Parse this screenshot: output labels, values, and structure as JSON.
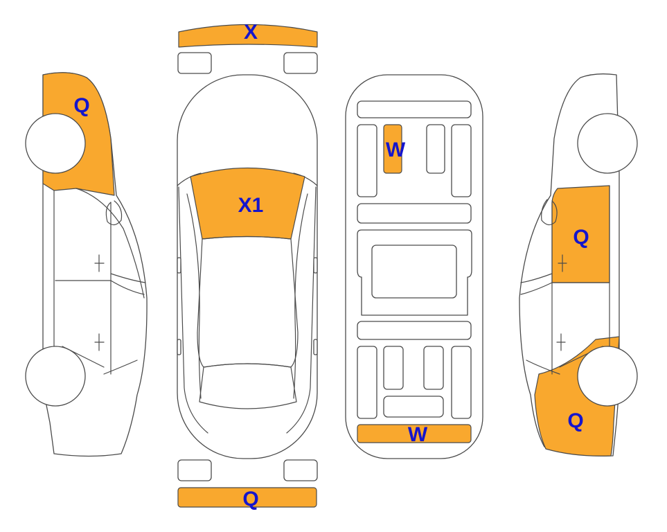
{
  "colors": {
    "damage_fill": "#F9A82E",
    "label_text": "#1515CC",
    "outline": "#4A4A4A"
  },
  "labels": {
    "front_bumper": "X",
    "windshield": "X1",
    "rear_bumper": "Q",
    "left_front_fender": "Q",
    "underbody_front": "W",
    "underbody_rear": "W",
    "right_door": "Q",
    "right_rear_quarter": "Q"
  }
}
